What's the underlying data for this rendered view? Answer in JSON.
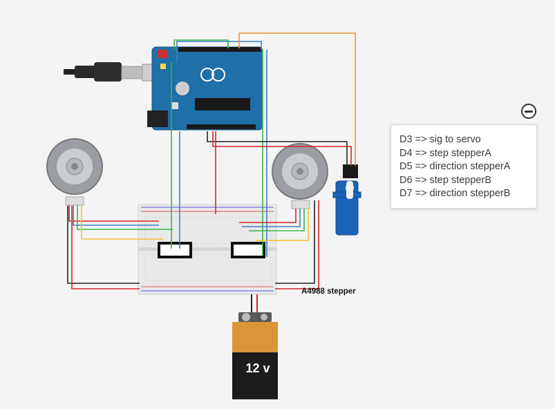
{
  "note": {
    "lines": [
      "D3 => sig to servo",
      "D4 => step stepperA",
      "D5 => direction stepperA",
      "D6 => step stepperB",
      "D7 => direction stepperB"
    ]
  },
  "labels": {
    "driver": "A4988 stepper",
    "battery": "12 v"
  },
  "colors": {
    "arduino": "#1f6fa8",
    "breadboard": "#e9e9e9",
    "servo": "#1a63b8",
    "battery_top": "#d99538",
    "battery_body": "#1c1c1c",
    "wire_red": "#d2232a",
    "wire_black": "#222222",
    "wire_green": "#39b54a",
    "wire_blue": "#3a7fc1",
    "wire_orange": "#e8942b",
    "wire_yellow": "#f2c230"
  }
}
